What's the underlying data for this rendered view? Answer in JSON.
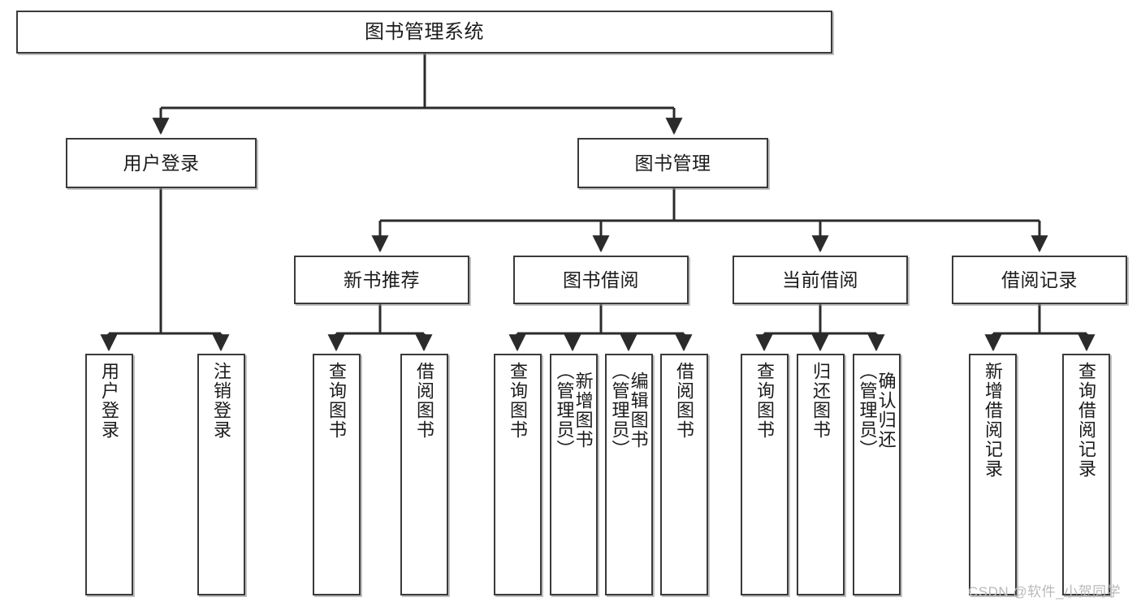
{
  "diagram": {
    "title": "图书管理系统",
    "watermark": "CSDN @软件_小贺同学",
    "colors": {
      "box_border": "#3a3a3a",
      "box_fill": "#ffffff",
      "connector": "#2b2b2b",
      "shadow": "#8c8c8c",
      "text": "#1b1b1b",
      "watermark": "#b9b9b9"
    },
    "levels": {
      "level1": [
        {
          "id": "root",
          "label": "图书管理系统"
        }
      ],
      "level2": [
        {
          "id": "user-login",
          "label": "用户登录"
        },
        {
          "id": "book-manage",
          "label": "图书管理"
        }
      ],
      "level3": [
        {
          "id": "new-book-recommend",
          "label": "新书推荐"
        },
        {
          "id": "book-borrow",
          "label": "图书借阅"
        },
        {
          "id": "current-borrow",
          "label": "当前借阅"
        },
        {
          "id": "borrow-record",
          "label": "借阅记录"
        }
      ],
      "level4": [
        {
          "id": "leaf-user-login",
          "label": "用户登录",
          "parent": "user-login"
        },
        {
          "id": "leaf-user-logout",
          "label": "注销登录",
          "parent": "user-login"
        },
        {
          "id": "leaf-query-book-1",
          "label": "查询图书",
          "parent": "new-book-recommend"
        },
        {
          "id": "leaf-borrow-book-1",
          "label": "借阅图书",
          "parent": "new-book-recommend"
        },
        {
          "id": "leaf-query-book-2",
          "label": "查询图书",
          "parent": "book-borrow"
        },
        {
          "id": "leaf-add-book",
          "label": "新增图书\n（管理员）",
          "parent": "book-borrow"
        },
        {
          "id": "leaf-edit-book",
          "label": "编辑图书\n（管理员）",
          "parent": "book-borrow"
        },
        {
          "id": "leaf-borrow-book-2",
          "label": "借阅图书",
          "parent": "book-borrow"
        },
        {
          "id": "leaf-query-book-3",
          "label": "查询图书",
          "parent": "current-borrow"
        },
        {
          "id": "leaf-return-book",
          "label": "归还图书",
          "parent": "current-borrow"
        },
        {
          "id": "leaf-confirm-return",
          "label": "确认归还\n（管理员）",
          "parent": "current-borrow"
        },
        {
          "id": "leaf-add-record",
          "label": "新增借阅记录",
          "parent": "borrow-record"
        },
        {
          "id": "leaf-query-record",
          "label": "查询借阅记录",
          "parent": "borrow-record"
        }
      ]
    }
  }
}
